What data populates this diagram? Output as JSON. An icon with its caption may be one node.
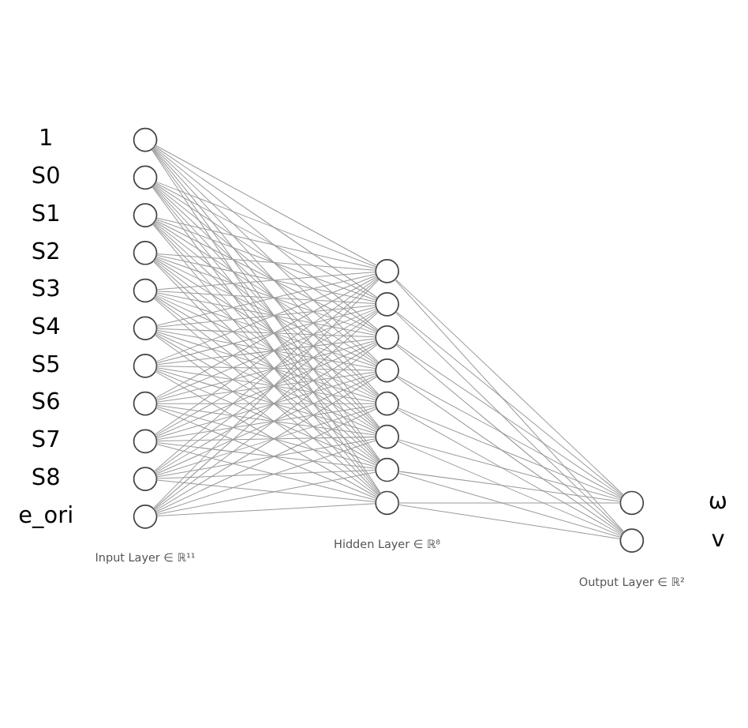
{
  "diagram": {
    "nodes": [
      {
        "text": [],
        "shape": "circle",
        "beside": [
          "1"
        ]
      },
      {
        "text": [],
        "shape": "circle",
        "beside": [
          "S0"
        ]
      },
      {
        "text": [],
        "shape": "circle",
        "beside": [
          "S1"
        ]
      },
      {
        "text": [],
        "shape": "circle",
        "beside": [
          "S2"
        ]
      },
      {
        "text": [],
        "shape": "circle",
        "beside": [
          "S3"
        ]
      },
      {
        "text": [],
        "shape": "circle",
        "beside": [
          "S4"
        ]
      },
      {
        "text": [],
        "shape": "circle",
        "beside": [
          "S5"
        ]
      },
      {
        "text": [],
        "shape": "circle",
        "beside": [
          "S6"
        ]
      },
      {
        "text": [],
        "shape": "circle",
        "beside": [
          "S7"
        ]
      },
      {
        "text": [],
        "shape": "circle",
        "beside": [
          "S8"
        ]
      },
      {
        "text": [],
        "shape": "circle",
        "beside": [
          "e_ori"
        ]
      },
      {
        "text": [],
        "shape": "circle"
      },
      {
        "text": [],
        "shape": "circle"
      },
      {
        "text": [],
        "shape": "circle"
      },
      {
        "text": [],
        "shape": "circle"
      },
      {
        "text": [],
        "shape": "circle"
      },
      {
        "text": [],
        "shape": "circle"
      },
      {
        "text": [],
        "shape": "circle"
      },
      {
        "text": [],
        "shape": "circle"
      },
      {
        "text": [],
        "shape": "circle",
        "beside": [
          "ω"
        ]
      },
      {
        "text": [],
        "shape": "circle",
        "beside": [
          "v"
        ]
      }
    ],
    "edges": [
      {
        "from": 0,
        "to": 11,
        "arrow": "none"
      },
      {
        "from": 0,
        "to": 12,
        "arrow": "none"
      },
      {
        "from": 0,
        "to": 13,
        "arrow": "none"
      },
      {
        "from": 0,
        "to": 14,
        "arrow": "none"
      },
      {
        "from": 0,
        "to": 15,
        "arrow": "none"
      },
      {
        "from": 0,
        "to": 16,
        "arrow": "none"
      },
      {
        "from": 0,
        "to": 17,
        "arrow": "none"
      },
      {
        "from": 0,
        "to": 18,
        "arrow": "none"
      },
      {
        "from": 1,
        "to": 11,
        "arrow": "none"
      },
      {
        "from": 1,
        "to": 12,
        "arrow": "none"
      },
      {
        "from": 1,
        "to": 13,
        "arrow": "none"
      },
      {
        "from": 1,
        "to": 14,
        "arrow": "none"
      },
      {
        "from": 1,
        "to": 15,
        "arrow": "none"
      },
      {
        "from": 1,
        "to": 16,
        "arrow": "none"
      },
      {
        "from": 1,
        "to": 17,
        "arrow": "none"
      },
      {
        "from": 1,
        "to": 18,
        "arrow": "none"
      },
      {
        "from": 2,
        "to": 11,
        "arrow": "none"
      },
      {
        "from": 2,
        "to": 12,
        "arrow": "none"
      },
      {
        "from": 2,
        "to": 13,
        "arrow": "none"
      },
      {
        "from": 2,
        "to": 14,
        "arrow": "none"
      },
      {
        "from": 2,
        "to": 15,
        "arrow": "none"
      },
      {
        "from": 2,
        "to": 16,
        "arrow": "none"
      },
      {
        "from": 2,
        "to": 17,
        "arrow": "none"
      },
      {
        "from": 2,
        "to": 18,
        "arrow": "none"
      },
      {
        "from": 3,
        "to": 11,
        "arrow": "none"
      },
      {
        "from": 3,
        "to": 12,
        "arrow": "none"
      },
      {
        "from": 3,
        "to": 13,
        "arrow": "none"
      },
      {
        "from": 3,
        "to": 14,
        "arrow": "none"
      },
      {
        "from": 3,
        "to": 15,
        "arrow": "none"
      },
      {
        "from": 3,
        "to": 16,
        "arrow": "none"
      },
      {
        "from": 3,
        "to": 17,
        "arrow": "none"
      },
      {
        "from": 3,
        "to": 18,
        "arrow": "none"
      },
      {
        "from": 4,
        "to": 11,
        "arrow": "none"
      },
      {
        "from": 4,
        "to": 12,
        "arrow": "none"
      },
      {
        "from": 4,
        "to": 13,
        "arrow": "none"
      },
      {
        "from": 4,
        "to": 14,
        "arrow": "none"
      },
      {
        "from": 4,
        "to": 15,
        "arrow": "none"
      },
      {
        "from": 4,
        "to": 16,
        "arrow": "none"
      },
      {
        "from": 4,
        "to": 17,
        "arrow": "none"
      },
      {
        "from": 4,
        "to": 18,
        "arrow": "none"
      },
      {
        "from": 5,
        "to": 11,
        "arrow": "none"
      },
      {
        "from": 5,
        "to": 12,
        "arrow": "none"
      },
      {
        "from": 5,
        "to": 13,
        "arrow": "none"
      },
      {
        "from": 5,
        "to": 14,
        "arrow": "none"
      },
      {
        "from": 5,
        "to": 15,
        "arrow": "none"
      },
      {
        "from": 5,
        "to": 16,
        "arrow": "none"
      },
      {
        "from": 5,
        "to": 17,
        "arrow": "none"
      },
      {
        "from": 5,
        "to": 18,
        "arrow": "none"
      },
      {
        "from": 6,
        "to": 11,
        "arrow": "none"
      },
      {
        "from": 6,
        "to": 12,
        "arrow": "none"
      },
      {
        "from": 6,
        "to": 13,
        "arrow": "none"
      },
      {
        "from": 6,
        "to": 14,
        "arrow": "none"
      },
      {
        "from": 6,
        "to": 15,
        "arrow": "none"
      },
      {
        "from": 6,
        "to": 16,
        "arrow": "none"
      },
      {
        "from": 6,
        "to": 17,
        "arrow": "none"
      },
      {
        "from": 6,
        "to": 18,
        "arrow": "none"
      },
      {
        "from": 7,
        "to": 11,
        "arrow": "none"
      },
      {
        "from": 7,
        "to": 12,
        "arrow": "none"
      },
      {
        "from": 7,
        "to": 13,
        "arrow": "none"
      },
      {
        "from": 7,
        "to": 14,
        "arrow": "none"
      },
      {
        "from": 7,
        "to": 15,
        "arrow": "none"
      },
      {
        "from": 7,
        "to": 16,
        "arrow": "none"
      },
      {
        "from": 7,
        "to": 17,
        "arrow": "none"
      },
      {
        "from": 7,
        "to": 18,
        "arrow": "none"
      },
      {
        "from": 8,
        "to": 11,
        "arrow": "none"
      },
      {
        "from": 8,
        "to": 12,
        "arrow": "none"
      },
      {
        "from": 8,
        "to": 13,
        "arrow": "none"
      },
      {
        "from": 8,
        "to": 14,
        "arrow": "none"
      },
      {
        "from": 8,
        "to": 15,
        "arrow": "none"
      },
      {
        "from": 8,
        "to": 16,
        "arrow": "none"
      },
      {
        "from": 8,
        "to": 17,
        "arrow": "none"
      },
      {
        "from": 8,
        "to": 18,
        "arrow": "none"
      },
      {
        "from": 9,
        "to": 11,
        "arrow": "none"
      },
      {
        "from": 9,
        "to": 12,
        "arrow": "none"
      },
      {
        "from": 9,
        "to": 13,
        "arrow": "none"
      },
      {
        "from": 9,
        "to": 14,
        "arrow": "none"
      },
      {
        "from": 9,
        "to": 15,
        "arrow": "none"
      },
      {
        "from": 9,
        "to": 16,
        "arrow": "none"
      },
      {
        "from": 9,
        "to": 17,
        "arrow": "none"
      },
      {
        "from": 9,
        "to": 18,
        "arrow": "none"
      },
      {
        "from": 10,
        "to": 11,
        "arrow": "none"
      },
      {
        "from": 10,
        "to": 12,
        "arrow": "none"
      },
      {
        "from": 10,
        "to": 13,
        "arrow": "none"
      },
      {
        "from": 10,
        "to": 14,
        "arrow": "none"
      },
      {
        "from": 10,
        "to": 15,
        "arrow": "none"
      },
      {
        "from": 10,
        "to": 16,
        "arrow": "none"
      },
      {
        "from": 10,
        "to": 17,
        "arrow": "none"
      },
      {
        "from": 10,
        "to": 18,
        "arrow": "none"
      },
      {
        "from": 11,
        "to": 19,
        "arrow": "none"
      },
      {
        "from": 11,
        "to": 20,
        "arrow": "none"
      },
      {
        "from": 12,
        "to": 19,
        "arrow": "none"
      },
      {
        "from": 12,
        "to": 20,
        "arrow": "none"
      },
      {
        "from": 13,
        "to": 19,
        "arrow": "none"
      },
      {
        "from": 13,
        "to": 20,
        "arrow": "none"
      },
      {
        "from": 14,
        "to": 19,
        "arrow": "none"
      },
      {
        "from": 14,
        "to": 20,
        "arrow": "none"
      },
      {
        "from": 15,
        "to": 19,
        "arrow": "none"
      },
      {
        "from": 15,
        "to": 20,
        "arrow": "none"
      },
      {
        "from": 16,
        "to": 19,
        "arrow": "none"
      },
      {
        "from": 16,
        "to": 20,
        "arrow": "none"
      },
      {
        "from": 17,
        "to": 19,
        "arrow": "none"
      },
      {
        "from": 17,
        "to": 20,
        "arrow": "none"
      },
      {
        "from": 18,
        "to": 19,
        "arrow": "none"
      },
      {
        "from": 18,
        "to": 20,
        "arrow": "none"
      }
    ],
    "labels": [
      "Input Layer ∈ ℝ¹¹",
      "Hidden Layer ∈ ℝ⁸",
      "Output Layer ∈ ℝ²"
    ]
  }
}
